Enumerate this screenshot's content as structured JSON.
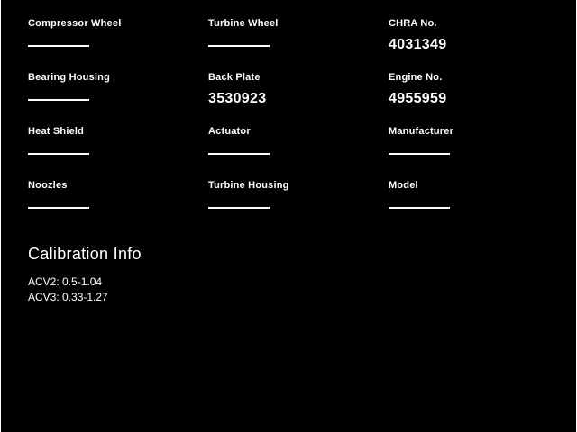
{
  "colors": {
    "background": "#000000",
    "text": "#ffffff"
  },
  "fields": [
    {
      "label": "Compressor Wheel",
      "value": ""
    },
    {
      "label": "Turbine Wheel",
      "value": ""
    },
    {
      "label": "CHRA No.",
      "value": "4031349"
    },
    {
      "label": "Bearing Housing",
      "value": ""
    },
    {
      "label": "Back Plate",
      "value": "3530923"
    },
    {
      "label": "Engine No.",
      "value": "4955959"
    },
    {
      "label": "Heat Shield",
      "value": ""
    },
    {
      "label": "Actuator",
      "value": ""
    },
    {
      "label": "Manufacturer",
      "value": ""
    },
    {
      "label": "Noozles",
      "value": ""
    },
    {
      "label": "Turbine Housing",
      "value": ""
    },
    {
      "label": "Model",
      "value": ""
    }
  ],
  "calibration": {
    "title": "Calibration Info",
    "lines": [
      "ACV2: 0.5-1.04",
      "ACV3: 0.33-1.27"
    ]
  }
}
